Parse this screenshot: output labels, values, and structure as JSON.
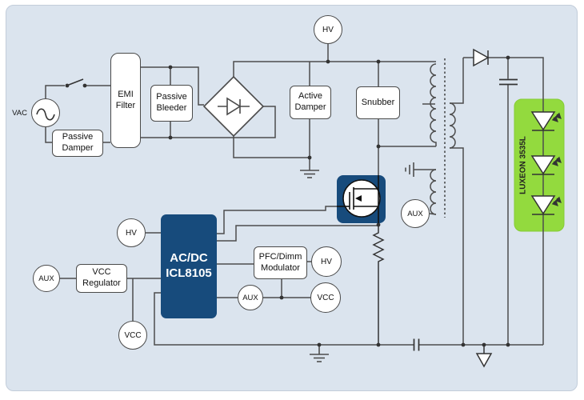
{
  "blocks": {
    "passive_damper": {
      "label": "Passive\nDamper"
    },
    "emi_filter": {
      "label": "EMI\nFilter"
    },
    "passive_bleeder": {
      "label": "Passive\nBleeder"
    },
    "active_damper": {
      "label": "Active\nDamper"
    },
    "snubber": {
      "label": "Snubber"
    },
    "vcc_regulator": {
      "label": "VCC\nRegulator"
    },
    "pfc_modulator": {
      "label": "PFC/Dimm\nModulator"
    },
    "acdc_controller": {
      "label": "AC/DC\nICL8105"
    }
  },
  "nodes": {
    "vac": {
      "label": "VAC"
    },
    "hv_top": {
      "label": "HV"
    },
    "hv_left": {
      "label": "HV"
    },
    "hv_pfc": {
      "label": "HV"
    },
    "aux_left": {
      "label": "AUX"
    },
    "aux_mid": {
      "label": "AUX"
    },
    "aux_xfmr": {
      "label": "AUX"
    },
    "vcc_left": {
      "label": "VCC"
    },
    "vcc_pfc": {
      "label": "VCC"
    }
  },
  "led_module": {
    "label": "LUXEON 3535L"
  },
  "colors": {
    "panel_bg": "#dbe4ee",
    "accent_navy": "#174b7c",
    "led_green": "#93da3e",
    "wire": "#4d4d4d"
  }
}
